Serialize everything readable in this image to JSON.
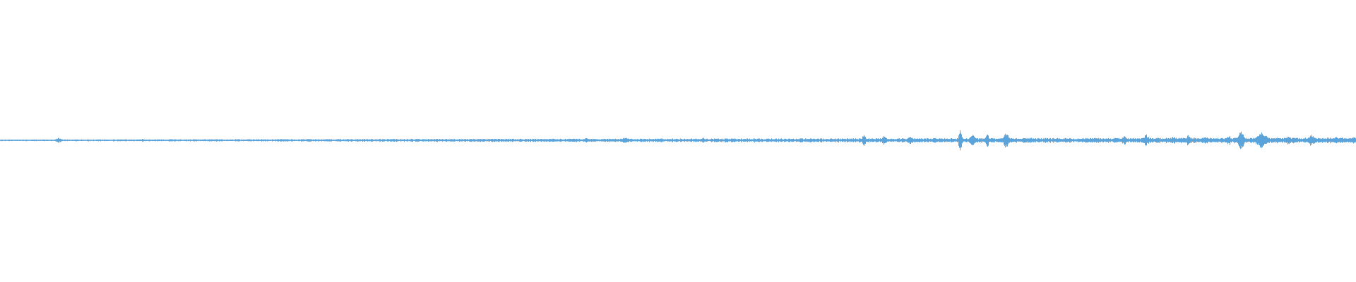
{
  "waveform": {
    "color": "#5aa3db",
    "background": "#ffffff",
    "peak_scale": 1.0,
    "bursts": [
      {
        "t": 0.043,
        "a": 0.018,
        "w": 0.004
      },
      {
        "t": 0.105,
        "a": 0.012,
        "w": 0.004
      },
      {
        "t": 0.125,
        "a": 0.01,
        "w": 0.006
      },
      {
        "t": 0.155,
        "a": 0.01,
        "w": 0.002
      },
      {
        "t": 0.29,
        "a": 0.01,
        "w": 0.004
      },
      {
        "t": 0.356,
        "a": 0.01,
        "w": 0.002
      },
      {
        "t": 0.405,
        "a": 0.008,
        "w": 0.003
      },
      {
        "t": 0.423,
        "a": 0.012,
        "w": 0.005
      },
      {
        "t": 0.432,
        "a": 0.022,
        "w": 0.002
      },
      {
        "t": 0.461,
        "a": 0.026,
        "w": 0.004
      },
      {
        "t": 0.493,
        "a": 0.012,
        "w": 0.004
      },
      {
        "t": 0.518,
        "a": 0.022,
        "w": 0.003
      },
      {
        "t": 0.537,
        "a": 0.014,
        "w": 0.004
      },
      {
        "t": 0.565,
        "a": 0.01,
        "w": 0.004
      },
      {
        "t": 0.6,
        "a": 0.01,
        "w": 0.006
      },
      {
        "t": 0.63,
        "a": 0.01,
        "w": 0.006
      },
      {
        "t": 0.637,
        "a": 0.06,
        "w": 0.002
      },
      {
        "t": 0.652,
        "a": 0.035,
        "w": 0.003
      },
      {
        "t": 0.671,
        "a": 0.03,
        "w": 0.004
      },
      {
        "t": 0.689,
        "a": 0.02,
        "w": 0.004
      },
      {
        "t": 0.708,
        "a": 0.09,
        "w": 0.002
      },
      {
        "t": 0.717,
        "a": 0.04,
        "w": 0.004
      },
      {
        "t": 0.728,
        "a": 0.07,
        "w": 0.002
      },
      {
        "t": 0.742,
        "a": 0.06,
        "w": 0.004
      },
      {
        "t": 0.76,
        "a": 0.02,
        "w": 0.006
      },
      {
        "t": 0.8,
        "a": 0.012,
        "w": 0.008
      },
      {
        "t": 0.829,
        "a": 0.03,
        "w": 0.004
      },
      {
        "t": 0.845,
        "a": 0.045,
        "w": 0.004
      },
      {
        "t": 0.865,
        "a": 0.03,
        "w": 0.005
      },
      {
        "t": 0.876,
        "a": 0.04,
        "w": 0.003
      },
      {
        "t": 0.889,
        "a": 0.03,
        "w": 0.004
      },
      {
        "t": 0.906,
        "a": 0.04,
        "w": 0.003
      },
      {
        "t": 0.915,
        "a": 0.08,
        "w": 0.004
      },
      {
        "t": 0.93,
        "a": 0.06,
        "w": 0.008
      },
      {
        "t": 0.95,
        "a": 0.03,
        "w": 0.005
      },
      {
        "t": 0.967,
        "a": 0.05,
        "w": 0.004
      },
      {
        "t": 0.985,
        "a": 0.025,
        "w": 0.006
      },
      {
        "t": 0.998,
        "a": 0.03,
        "w": 0.003
      }
    ],
    "base_noise_start": 0.004,
    "base_noise_end": 0.014
  }
}
